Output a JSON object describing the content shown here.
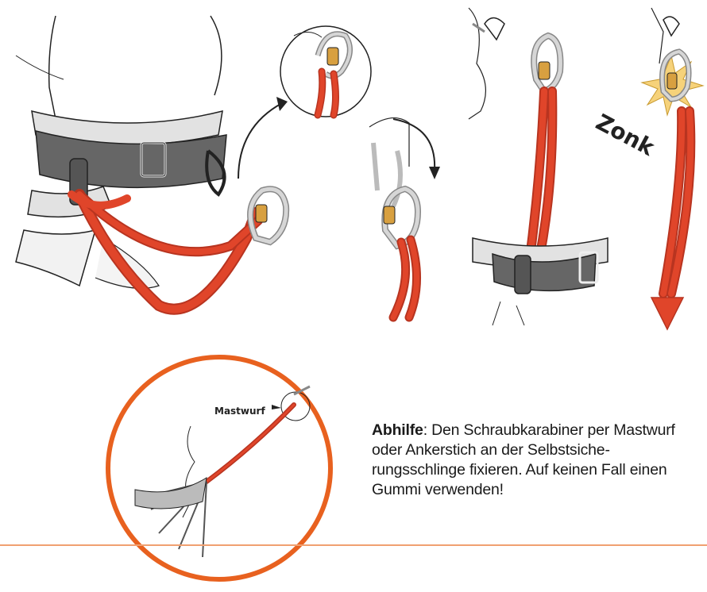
{
  "colors": {
    "sling": "#e0452a",
    "sling_dark": "#b83420",
    "harness_dark": "#666666",
    "harness_light": "#e2e2e2",
    "metal": "#c8c8c8",
    "gate": "#d8a040",
    "accent_circle": "#e8611f",
    "divider": "#f0a070",
    "ink": "#222222",
    "background": "#ffffff"
  },
  "illustration": {
    "sound_effect": "Zonk",
    "knot_label": "Mastwurf"
  },
  "remedy": {
    "label": "Abhilfe",
    "text": ": Den Schraubkarabiner per Mast­wurf oder Ankerstich an der Selbstsiche­rungsschlinge fixieren. Auf keinen Fall ei­nen Gummi verwenden!"
  }
}
